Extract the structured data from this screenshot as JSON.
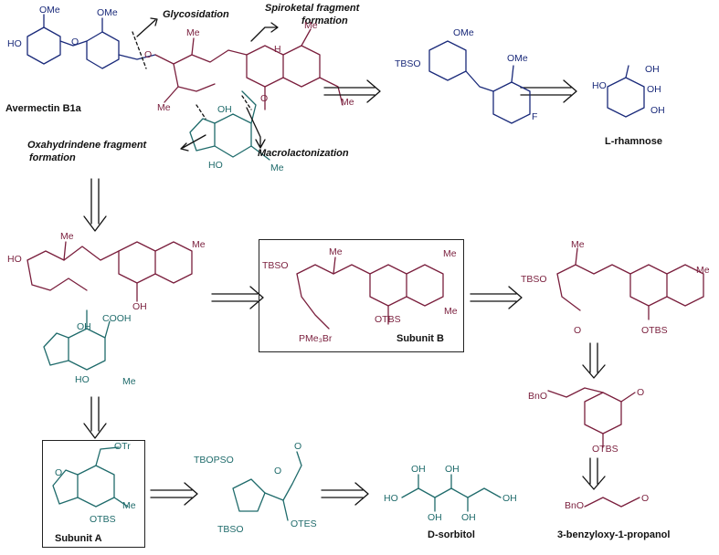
{
  "colors": {
    "maroon": "#7a1f3d",
    "teal": "#1f6b6b",
    "navy": "#1a2a7a",
    "black": "#111111"
  },
  "labels": {
    "avermectin": "Avermectin B1a",
    "l_rhamnose": "L-rhamnose",
    "subunit_a": "Subunit A",
    "subunit_b": "Subunit B",
    "d_sorbitol": "D-sorbitol",
    "benzyloxy": "3-benzyloxy-1-propanol"
  },
  "annotations": {
    "glycosidation": "Glycosidation",
    "spiroketal_1": "Spiroketal fragment",
    "spiroketal_2": "formation",
    "oxahydrindene_1": "Oxahydrindene fragment",
    "oxahydrindene_2": "formation",
    "macrolactonization": "Macrolactonization"
  },
  "atoms": {
    "ome": "OMe",
    "ho": "HO",
    "oh": "OH",
    "o": "O",
    "h": "H",
    "me": "Me",
    "tbso": "TBSO",
    "otbs": "OTBS",
    "f": "F",
    "cooh": "COOH",
    "pme3br": "PMe₃Br",
    "otr": "OTr",
    "tbopso": "TBOPSO",
    "otes": "OTES",
    "bno": "BnO",
    "tbso_b": "TBSO"
  }
}
